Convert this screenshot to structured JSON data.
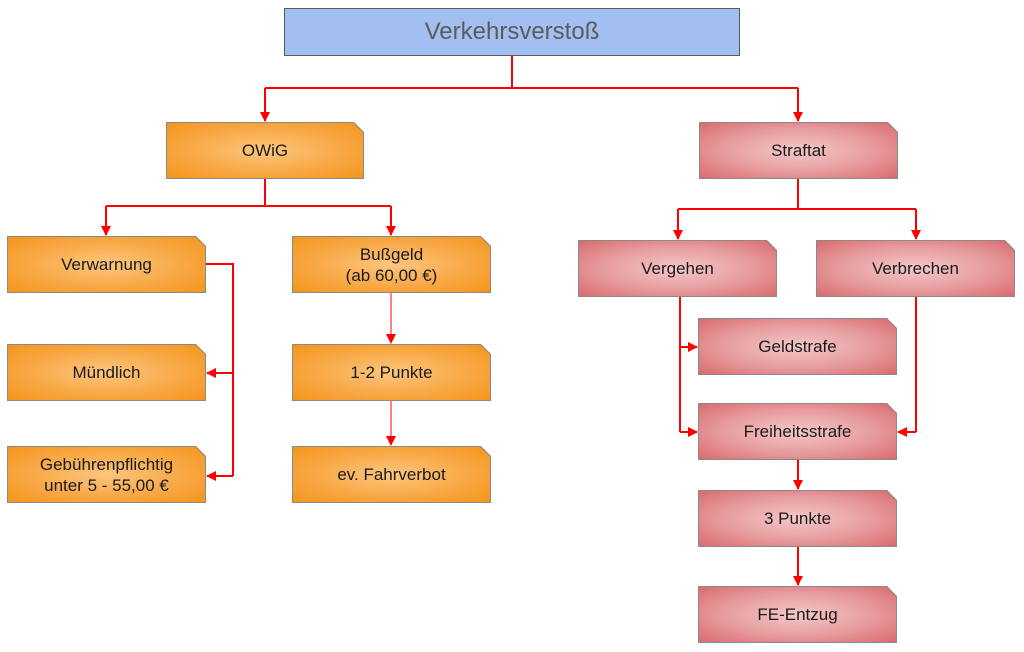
{
  "title": "Verkehrsverstoß",
  "colors": {
    "connector": "#ff0000",
    "root_fill": "#a3bff2",
    "owig_fill": "#f8a845",
    "straftat_fill": "#e69a9c"
  },
  "nodes": {
    "owig": "OWiG",
    "verwarnung": "Verwarnung",
    "muendlich": "Mündlich",
    "gebuehren_line1": "Gebührenpflichtig",
    "gebuehren_line2": "unter 5 - 55,00 €",
    "bussgeld_line1": "Bußgeld",
    "bussgeld_line2": "(ab 60,00 €)",
    "punkte_1_2": "1-2 Punkte",
    "fahrverbot": "ev. Fahrverbot",
    "straftat": "Straftat",
    "vergehen": "Vergehen",
    "verbrechen": "Verbrechen",
    "geldstrafe": "Geldstrafe",
    "freiheitsstrafe": "Freiheitsstrafe",
    "punkte_3": "3 Punkte",
    "fe_entzug": "FE-Entzug"
  }
}
